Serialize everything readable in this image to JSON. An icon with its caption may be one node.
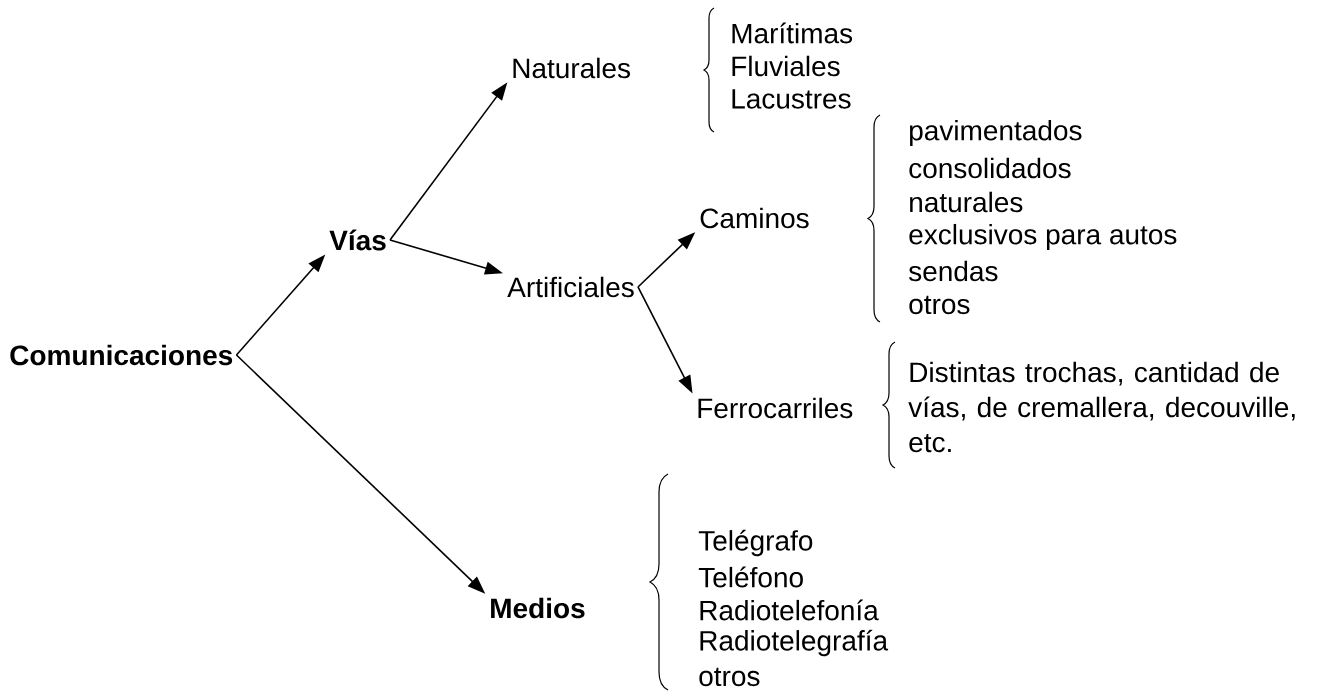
{
  "diagram": {
    "nodes": [
      {
        "text": [
          "Comunicaciones"
        ]
      },
      {
        "text": [
          "Vías"
        ]
      },
      {
        "text": [
          "Naturales"
        ]
      },
      {
        "text": [
          "Artificiales"
        ]
      },
      {
        "text": [
          "Caminos"
        ]
      },
      {
        "text": [
          "Ferrocarriles"
        ]
      },
      {
        "text": [
          "Medios"
        ]
      }
    ],
    "edges": [
      {
        "from": 0,
        "to": 1,
        "arrow": "to"
      },
      {
        "from": 1,
        "to": 2,
        "arrow": "to"
      },
      {
        "from": 1,
        "to": 3,
        "arrow": "to"
      },
      {
        "from": 3,
        "to": 4,
        "arrow": "to"
      },
      {
        "from": 3,
        "to": 5,
        "arrow": "to"
      },
      {
        "from": 0,
        "to": 6,
        "arrow": "to"
      }
    ],
    "labels": [
      "Marítimas",
      "Fluviales",
      "Lacustres",
      "pavimentados",
      "consolidados",
      "naturales",
      "exclusivos para autos",
      "sendas",
      "otros",
      "Distintas trochas, cantidad de vías, de cremallera, decouville, etc.",
      "Telégrafo",
      "Teléfono",
      "Radiotelefonía",
      "Radiotelegrafía",
      "otros"
    ]
  }
}
